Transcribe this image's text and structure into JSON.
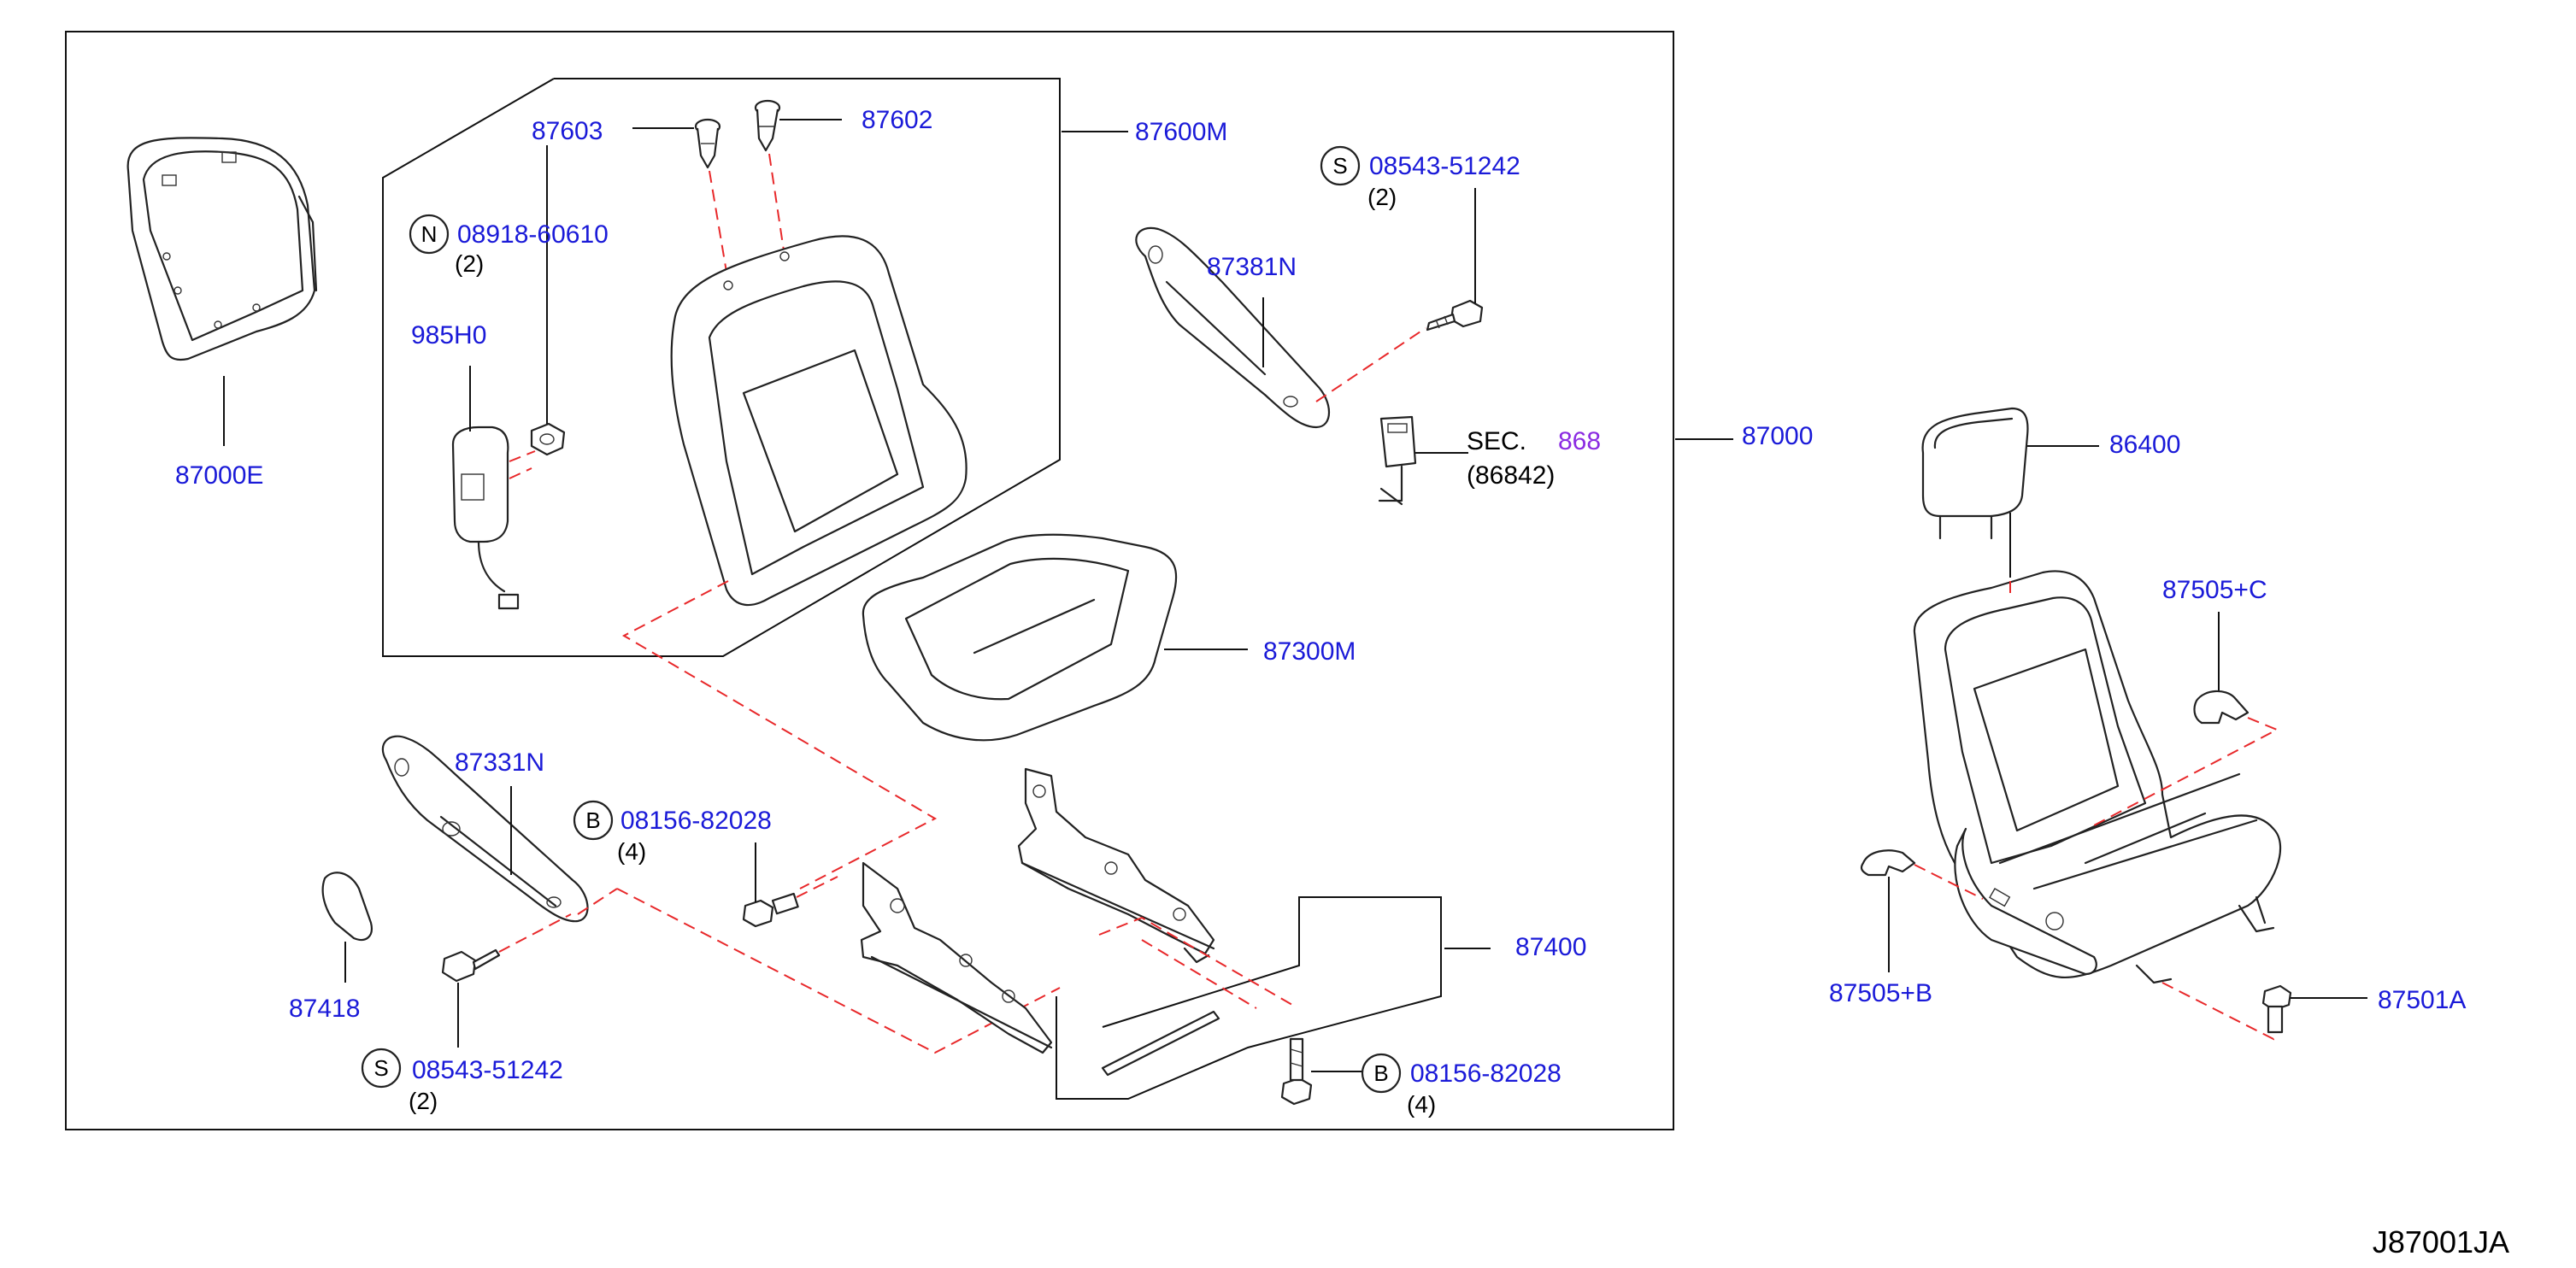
{
  "callouts": {
    "p87000E": "87000E",
    "p87603": "87603",
    "p87602": "87602",
    "p87600M": "87600M",
    "p08918_60610": "08918-60610",
    "p08918_60610_qty": "(2)",
    "p985H0": "985H0",
    "p87381N": "87381N",
    "p08543_51242_top": "08543-51242",
    "p08543_51242_top_qty": "(2)",
    "sec_prefix": "SEC.",
    "sec_number": "868",
    "sec_ref": "(86842)",
    "p87000": "87000",
    "p87300M": "87300M",
    "p87331N": "87331N",
    "p08156_82028_left": "08156-82028",
    "p08156_82028_left_qty": "(4)",
    "p87418": "87418",
    "p08543_51242_bottom": "08543-51242",
    "p08543_51242_bottom_qty": "(2)",
    "p87400": "87400",
    "p08156_82028_right": "08156-82028",
    "p08156_82028_right_qty": "(4)",
    "p86400": "86400",
    "p87505C": "87505+C",
    "p87505B": "87505+B",
    "p87501A": "87501A"
  },
  "symbols": {
    "nut": "N",
    "screw": "S",
    "bolt": "B"
  },
  "diagram_code": "J87001JA",
  "colors": {
    "part_number": "#1a1ad8",
    "section_link": "#8b2be2",
    "dashed_guide": "#e8282a",
    "outline": "#222222"
  }
}
